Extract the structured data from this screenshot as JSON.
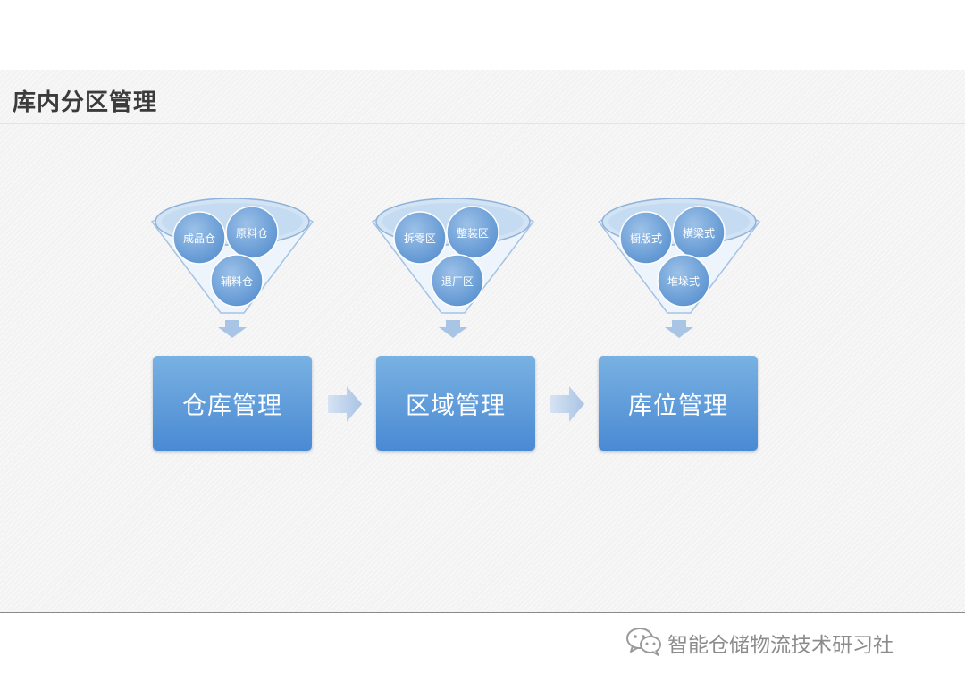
{
  "slide": {
    "title": "库内分区管理"
  },
  "stages": [
    {
      "label": "仓库管理",
      "circles": [
        "成品仓",
        "原料仓",
        "辅料仓"
      ]
    },
    {
      "label": "区域管理",
      "circles": [
        "拆零区",
        "整装区",
        "退厂区"
      ]
    },
    {
      "label": "库位管理",
      "circles": [
        "橱版式",
        "横梁式",
        "堆垛式"
      ]
    }
  ],
  "footer": {
    "account_name": "智能仓储物流技术研习社",
    "logo_icon": "wechat-icon"
  },
  "colors": {
    "accent": "#4a8ad4",
    "accent_light": "#79b1e2",
    "circle": "#6fa2d8",
    "arrow": "#b7cde8"
  }
}
